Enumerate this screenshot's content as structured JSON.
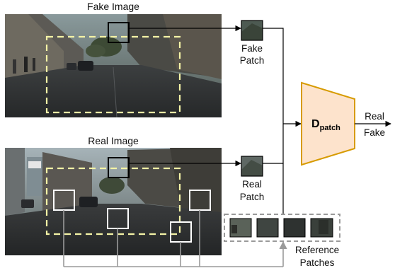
{
  "fake_image": {
    "title": "Fake Image"
  },
  "real_image": {
    "title": "Real Image"
  },
  "fake_patch": {
    "line1": "Fake",
    "line2": "Patch"
  },
  "real_patch": {
    "line1": "Real",
    "line2": "Patch"
  },
  "discriminator": {
    "name": "D",
    "subscript": "patch",
    "fill": "#fde3cc",
    "stroke": "#d79b00"
  },
  "outputs": {
    "real": "Real",
    "fake": "Fake"
  },
  "reference": {
    "line1": "Reference",
    "line2": "Patches"
  },
  "colors": {
    "dashed_region": "#f4f3a6",
    "connector_gray": "#9a9a9a"
  }
}
